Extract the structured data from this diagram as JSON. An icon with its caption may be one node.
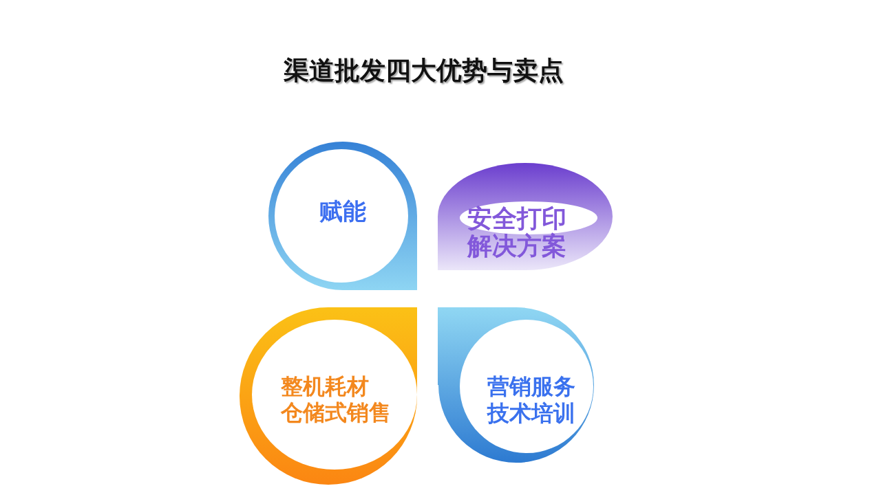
{
  "diagram": {
    "title": "渠道批发四大优势与卖点",
    "nodes": [
      {
        "text": [
          "赋能"
        ]
      },
      {
        "text": [
          "安全打印解决方案"
        ]
      },
      {
        "text": [
          "整机耗材仓储式销售"
        ]
      },
      {
        "text": [
          "营销服务技术培训"
        ]
      }
    ]
  }
}
